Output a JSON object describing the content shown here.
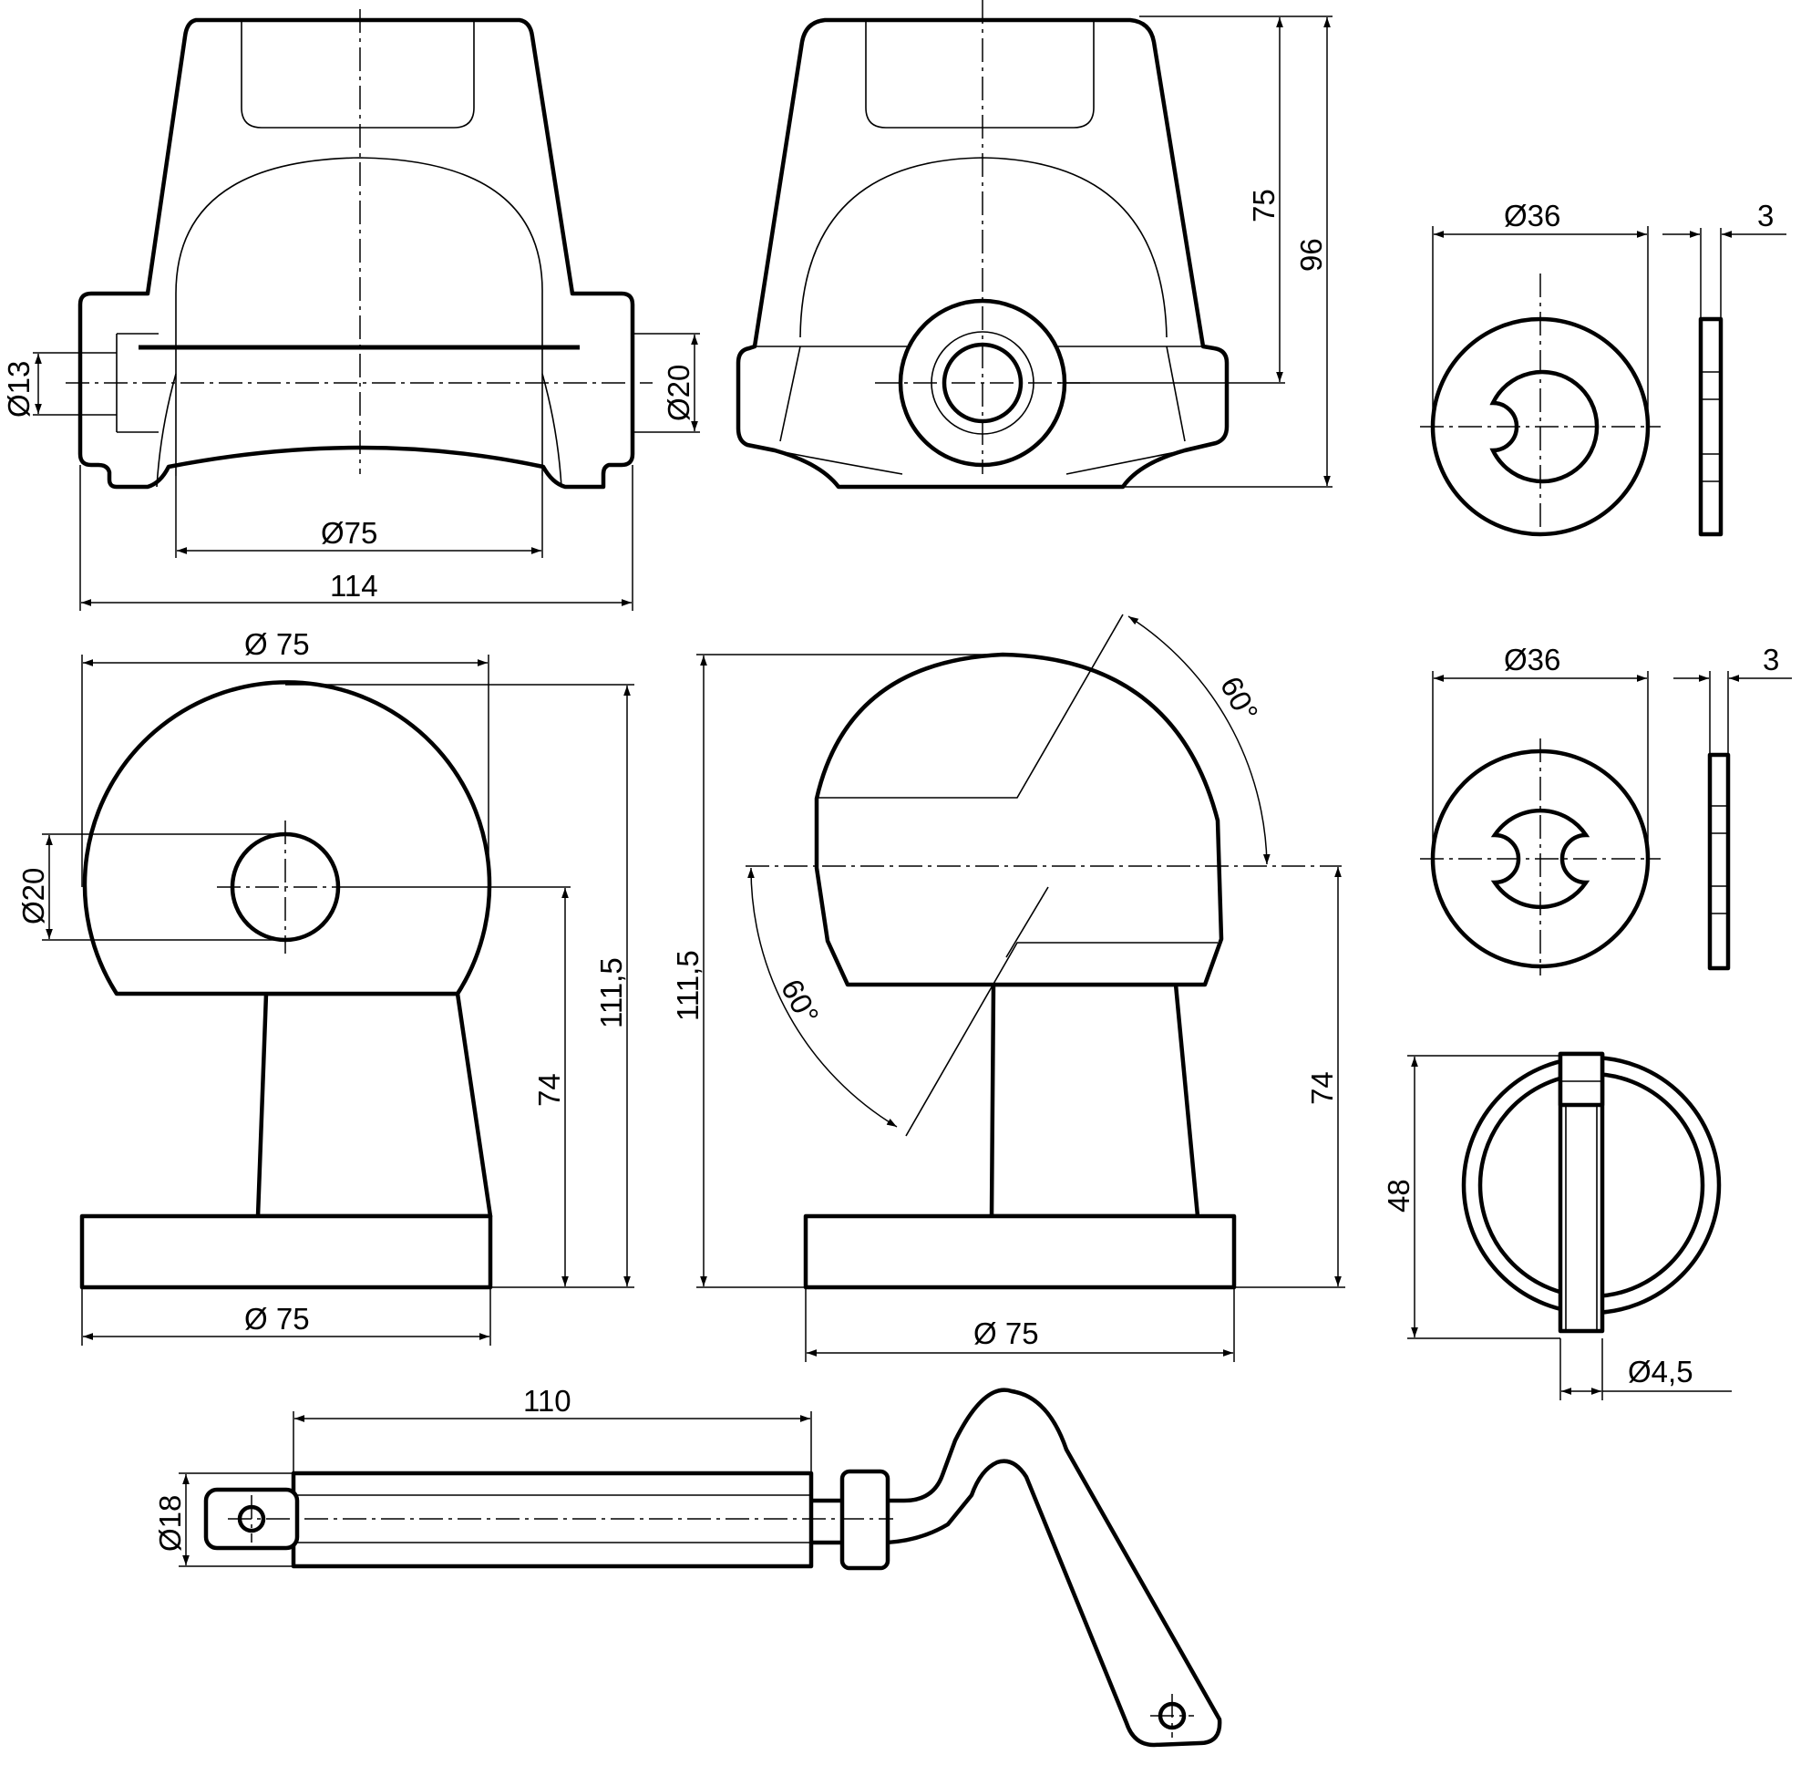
{
  "drawing": {
    "title": "",
    "views": [
      {
        "name": "clamp-front-view",
        "dims": {
          "hole": "Ø13",
          "boss": "Ø20",
          "arc": "Ø75",
          "width": "114"
        }
      },
      {
        "name": "clamp-side-view",
        "dims": {
          "height_75": "75",
          "height_96": "96"
        }
      },
      {
        "name": "washer-single-notch",
        "dims": {
          "dia": "Ø36",
          "thickness": "3"
        }
      },
      {
        "name": "knob-front-view",
        "dims": {
          "top": "Ø 75",
          "hole": "Ø20",
          "total": "111,5",
          "stem": "74",
          "base": "Ø 75"
        }
      },
      {
        "name": "knob-section-view",
        "dims": {
          "total": "111,5",
          "angle_top": "60°",
          "angle_bottom": "60°",
          "stem": "74",
          "base": "Ø 75"
        }
      },
      {
        "name": "washer-double-notch",
        "dims": {
          "dia": "Ø36",
          "thickness": "3"
        }
      },
      {
        "name": "ring-pin",
        "dims": {
          "height": "48",
          "pin": "Ø4,5"
        }
      },
      {
        "name": "crank-handle",
        "dims": {
          "length": "110",
          "grip": "Ø18"
        }
      }
    ]
  },
  "dims": {
    "d13": "Ø13",
    "d20a": "Ø20",
    "d75a": "Ø75",
    "w114": "114",
    "h75": "75",
    "h96": "96",
    "d36a": "Ø36",
    "t3a": "3",
    "d36b": "Ø36",
    "t3b": "3",
    "d75top": "Ø 75",
    "d20b": "Ø20",
    "h1115a": "111,5",
    "h74a": "74",
    "d75base": "Ø 75",
    "h1115b": "111,5",
    "ang60a": "60°",
    "ang60b": "60°",
    "h74b": "74",
    "d75base2": "Ø 75",
    "h48": "48",
    "d45": "Ø4,5",
    "l110": "110",
    "d18": "Ø18"
  }
}
